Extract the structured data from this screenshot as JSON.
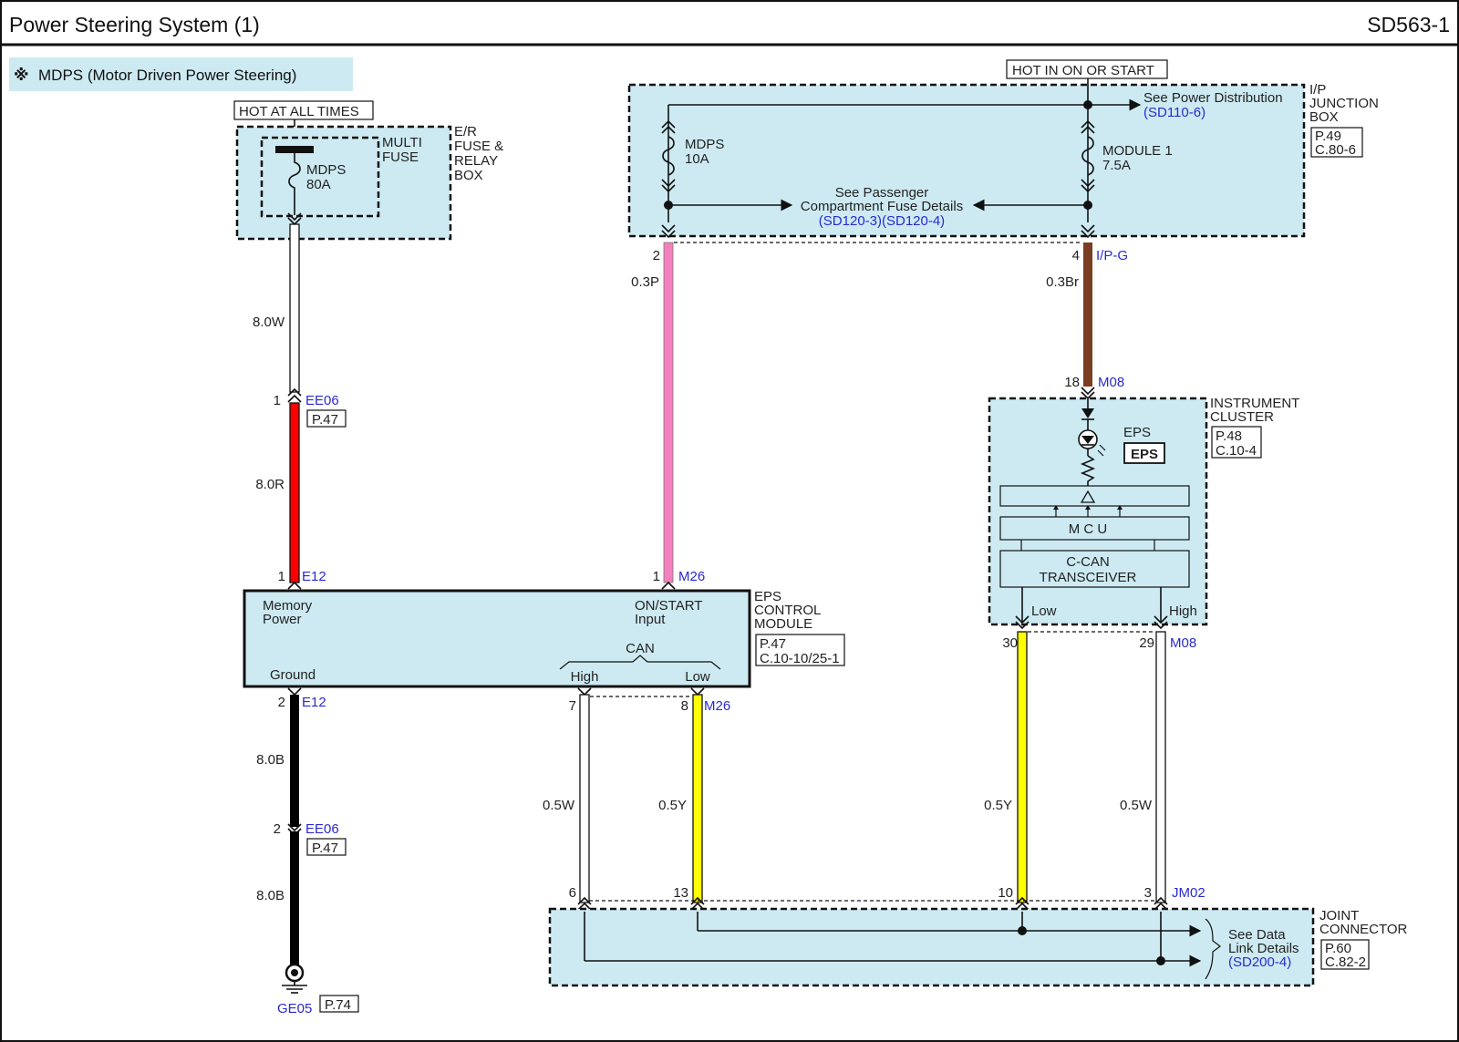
{
  "header": {
    "title": "Power Steering System (1)",
    "code": "SD563-1"
  },
  "subtitle": {
    "symbol": "※",
    "text": "MDPS (Motor Driven Power Steering)"
  },
  "hot_labels": {
    "all_times": "HOT AT ALL TIMES",
    "on_or_start": "HOT IN ON OR START"
  },
  "er_box": {
    "title": [
      "E/R",
      "FUSE &",
      "RELAY",
      "BOX"
    ],
    "inner_title": [
      "MULTI",
      "FUSE"
    ],
    "fuse": [
      "MDPS",
      "80A"
    ]
  },
  "ip_box": {
    "title": [
      "I/P",
      "JUNCTION",
      "BOX"
    ],
    "refs": [
      "P.49",
      "C.80-6"
    ],
    "fuse_left": [
      "MDPS",
      "10A"
    ],
    "fuse_right": [
      "MODULE 1",
      "7.5A"
    ],
    "power_dist": "See Power Distribution",
    "power_dist_ref": "(SD110-6)",
    "passenger": [
      "See Passenger",
      "Compartment Fuse Details"
    ],
    "passenger_ref": "(SD120-3)(SD120-4)"
  },
  "wires": {
    "w_80w": "8.0W",
    "w_80r": "8.0R",
    "w_80b_1": "8.0B",
    "w_80b_2": "8.0B",
    "w_03p": "0.3P",
    "w_03br": "0.3Br",
    "w_05w_l": "0.5W",
    "w_05y_l": "0.5Y",
    "w_05y_r": "0.5Y",
    "w_05w_r": "0.5W"
  },
  "wire_colors": {
    "white": "#ffffff",
    "red": "#ff0000",
    "black": "#000000",
    "pink": "#f57fbd",
    "brown": "#7a3e22",
    "yellow": "#ffff00"
  },
  "pins": {
    "ee06_1": "1",
    "e12_1": "1",
    "e12_2": "2",
    "ee06_2": "2",
    "ipg_2": "2",
    "ipg_4": "4",
    "m08_18": "18",
    "m26_1": "1",
    "m26_7": "7",
    "m26_8": "8",
    "m08_30": "30",
    "m08_29": "29",
    "jm02_6": "6",
    "jm02_13": "13",
    "jm02_10": "10",
    "jm02_3": "3"
  },
  "connectors": {
    "ee06_top": "EE06",
    "ee06_bot": "EE06",
    "e12_top": "E12",
    "e12_bot": "E12",
    "ipg": "I/P-G",
    "m08_top": "M08",
    "m26_top": "M26",
    "m26_bot": "M26",
    "m08_bot": "M08",
    "jm02": "JM02",
    "ge05": "GE05"
  },
  "page_refs": {
    "ee06_1": "P.47",
    "ee06_2": "P.47",
    "ge05": "P.74"
  },
  "eps_module": {
    "title": [
      "EPS",
      "CONTROL",
      "MODULE"
    ],
    "refs": [
      "P.47",
      "C.10-10/25-1"
    ],
    "memory": [
      "Memory",
      "Power"
    ],
    "on_start": [
      "ON/START",
      "Input"
    ],
    "can": "CAN",
    "high": "High",
    "low": "Low",
    "ground": "Ground"
  },
  "cluster": {
    "title": [
      "INSTRUMENT",
      "CLUSTER"
    ],
    "refs": [
      "P.48",
      "C.10-4"
    ],
    "eps_label": "EPS",
    "eps_box": "EPS",
    "mcu": "M C U",
    "transceiver": [
      "C-CAN",
      "TRANSCEIVER"
    ],
    "low": "Low",
    "high": "High"
  },
  "joint": {
    "title": [
      "JOINT",
      "CONNECTOR"
    ],
    "refs": [
      "P.60",
      "C.82-2"
    ],
    "data_link": [
      "See Data",
      "Link Details"
    ],
    "data_link_ref": "(SD200-4)"
  }
}
